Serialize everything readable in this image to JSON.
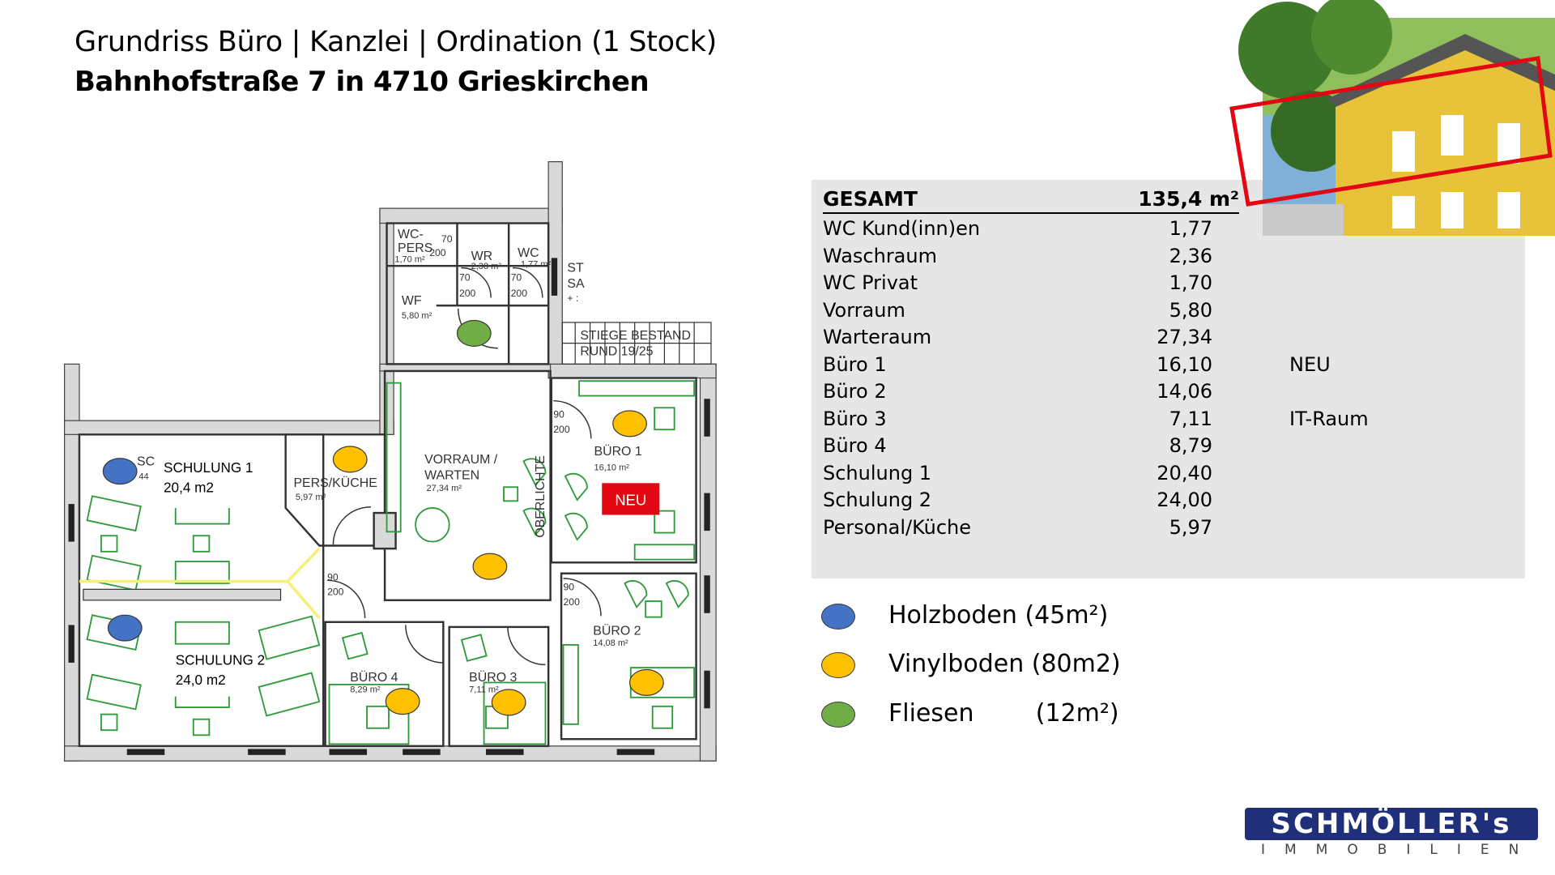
{
  "header": {
    "title": "Grundriss Büro | Kanzlei | Ordination (1 Stock)",
    "subtitle": "Bahnhofstraße 7 in 4710 Grieskirchen"
  },
  "area_table": {
    "total_label": "GESAMT",
    "total_value": "135,4 m²",
    "rows": [
      {
        "label": "WC Kund(inn)en",
        "value": "1,77",
        "note": ""
      },
      {
        "label": "Waschraum",
        "value": "2,36",
        "note": ""
      },
      {
        "label": "WC Privat",
        "value": "1,70",
        "note": ""
      },
      {
        "label": "Vorraum",
        "value": "5,80",
        "note": ""
      },
      {
        "label": "Warteraum",
        "value": "27,34",
        "note": ""
      },
      {
        "label": "Büro 1",
        "value": "16,10",
        "note": "NEU"
      },
      {
        "label": "Büro 2",
        "value": "14,06",
        "note": ""
      },
      {
        "label": "Büro 3",
        "value": "7,11",
        "note": "IT-Raum"
      },
      {
        "label": "Büro 4",
        "value": "8,79",
        "note": ""
      },
      {
        "label": "Schulung 1",
        "value": "20,40",
        "note": ""
      },
      {
        "label": "Schulung 2",
        "value": "24,00",
        "note": ""
      },
      {
        "label": "Personal/Küche",
        "value": "5,97",
        "note": ""
      }
    ]
  },
  "legend": [
    {
      "label": "Holzboden (45m²)",
      "color": "#4472c4"
    },
    {
      "label": "Vinylboden (80m2)",
      "color": "#ffc000"
    },
    {
      "label": "Fliesen        (12m²)",
      "color": "#70ad47"
    }
  ],
  "floorplan": {
    "schulung1": [
      "SCHULUNG  1",
      "20,4 m2"
    ],
    "schulung2": [
      "SCHULUNG  2",
      "24,0 m2"
    ],
    "sc_partial": [
      "SC",
      "44"
    ],
    "pers": [
      "PERS/KÜCHE",
      "5,97 m²"
    ],
    "vorraum": [
      "VORRAUM /",
      "WARTEN",
      "27,34 m²"
    ],
    "buero1": [
      "BÜRO 1",
      "16,10 m²"
    ],
    "buero2": [
      "BÜRO 2",
      "14,08 m²"
    ],
    "buero3": [
      "BÜRO 3",
      "7,11 m²"
    ],
    "buero4": [
      "BÜRO 4",
      "8,29 m²"
    ],
    "wcpers": [
      "WC-",
      "PERS",
      "1,70 m²"
    ],
    "wr": [
      "WR",
      "2,38 m²"
    ],
    "wc": [
      "WC",
      "1,77 m²"
    ],
    "wf": [
      "WF",
      "5,80 m²"
    ],
    "stiege": [
      "STIEGE BESTAND",
      "RUND 19/25"
    ],
    "st_partial": [
      "ST",
      "SA",
      "+ :"
    ],
    "oberlichte": "OBERLICHTE",
    "neu_badge": "NEU",
    "door_90": "90",
    "door_70": "70",
    "door_200": "200"
  },
  "logo": {
    "name": "SCHMÖLLER's",
    "sub": "IMMOBILIEN"
  },
  "colors": {
    "holz": "#4472c4",
    "vinyl": "#ffc000",
    "fliesen": "#70ad47",
    "neu": "#e30613",
    "wall": "#d9d9d9",
    "furniture": "#2e9a3a"
  }
}
